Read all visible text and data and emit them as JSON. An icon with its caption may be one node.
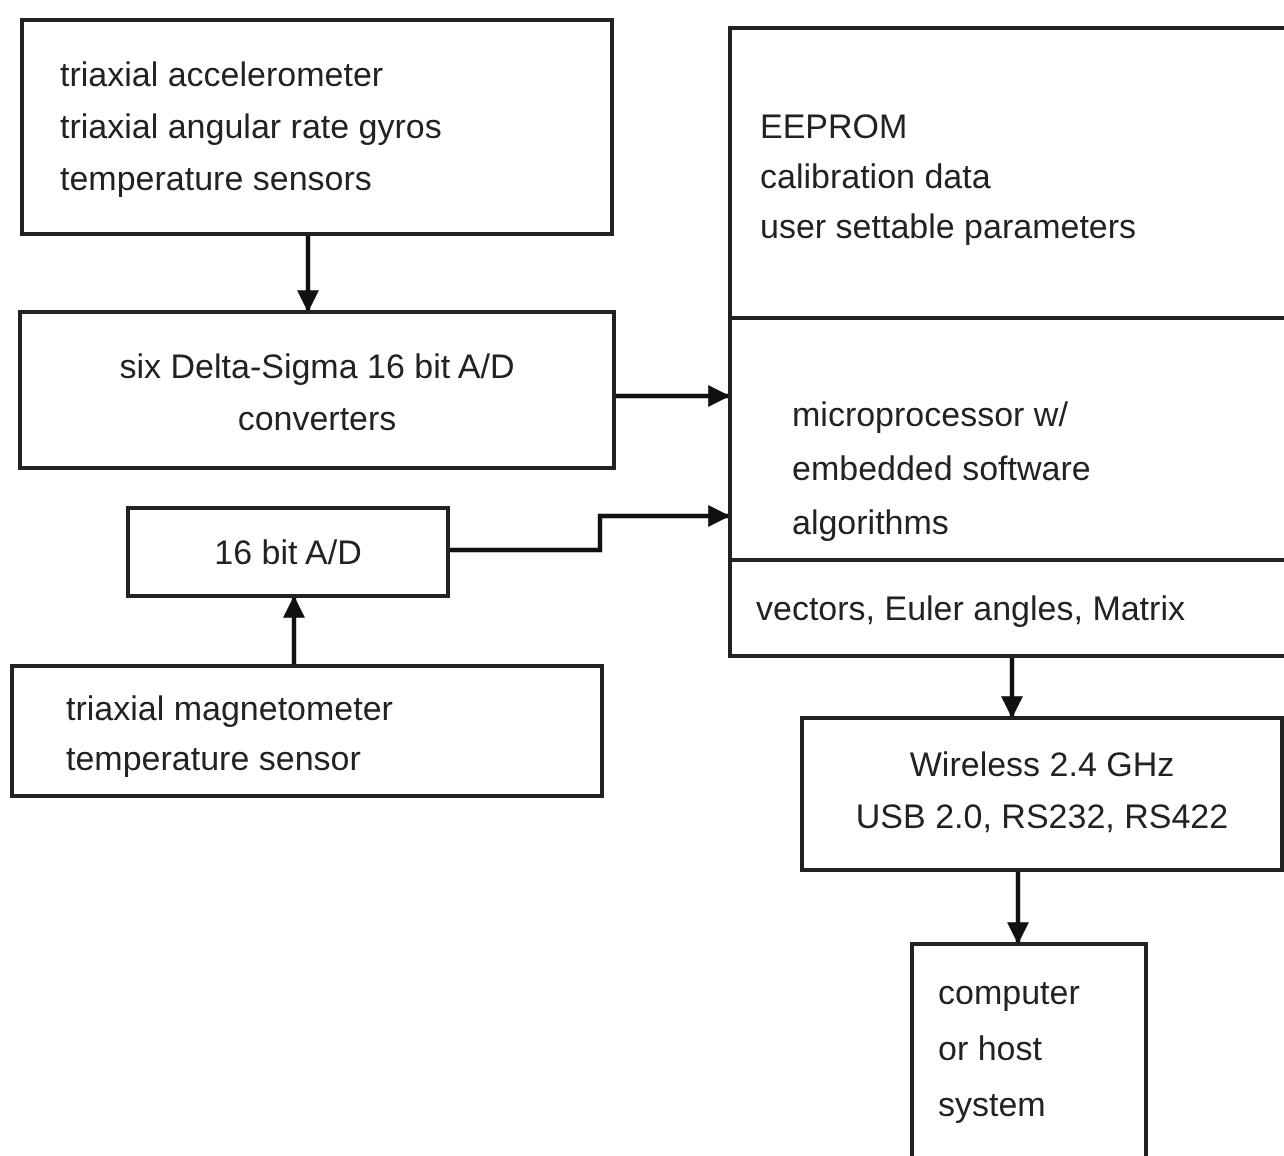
{
  "diagram": {
    "nodes": [
      {
        "text": [
          "triaxial accelerometer",
          "triaxial angular rate gyros",
          "temperature sensors"
        ]
      },
      {
        "text": [
          "EEPROM",
          "calibration data",
          "user settable parameters"
        ]
      },
      {
        "text": [
          "six Delta-Sigma 16 bit A/D converters"
        ]
      },
      {
        "text": [
          "microprocessor w/ embedded software algorithms"
        ]
      },
      {
        "text": [
          "16 bit A/D"
        ]
      },
      {
        "text": [
          "vectors, Euler angles, Matrix"
        ]
      },
      {
        "text": [
          "triaxial magnetometer",
          "temperature sensor"
        ]
      },
      {
        "text": [
          "Wireless 2.4 GHz",
          "USB 2.0, RS232, RS422"
        ]
      },
      {
        "text": [
          "computer or host system"
        ]
      }
    ],
    "edges": [
      {
        "from": 0,
        "to": 2,
        "arrow": "to"
      },
      {
        "from": 2,
        "to": 3,
        "arrow": "to"
      },
      {
        "from": 4,
        "to": 3,
        "arrow": "to"
      },
      {
        "from": 6,
        "to": 4,
        "arrow": "to"
      },
      {
        "from": 5,
        "to": 7,
        "arrow": "to"
      },
      {
        "from": 7,
        "to": 8,
        "arrow": "to"
      }
    ]
  }
}
